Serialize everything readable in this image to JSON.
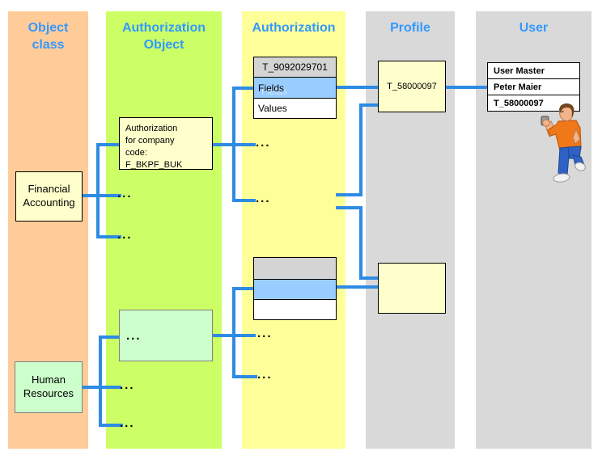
{
  "labels": {
    "ellipsis": "..."
  },
  "columns": {
    "object_class": {
      "title": "Object\nclass"
    },
    "authorization_object": {
      "title": "Authorization\nObject"
    },
    "authorization": {
      "title": "Authorization"
    },
    "profile": {
      "title": "Profile"
    },
    "user": {
      "title": "User"
    }
  },
  "boxes": {
    "financial_accounting": "Financial\nAccounting",
    "human_resources": "Human\nResources",
    "authorization_object_item": "Authorization\nfor company\ncode:\nF_BKPF_BUK",
    "profile_name": "T_58000097"
  },
  "authorization_table": {
    "header": "T_9092029701",
    "rows": [
      "Fields",
      "Values"
    ]
  },
  "user_table": {
    "rows": [
      "User Master",
      "Peter Maier",
      "T_58000097"
    ]
  },
  "icons": {
    "person_figure": "running-man-clipart"
  },
  "colors": {
    "title_blue": "#3399FF",
    "connector_blue": "#2E8BE4",
    "object_class_bg": "#FFCC99",
    "authorization_object_bg": "#CCFF66",
    "authorization_bg": "#FFFF99",
    "profile_bg": "#D9D9D9",
    "user_bg": "#D9D9D9",
    "item_box_bg": "#FFFFCC",
    "green_box_bg": "#CCFFCC",
    "selected_row_bg": "#99CCFF",
    "table_header_bg": "#D4D4D4"
  }
}
